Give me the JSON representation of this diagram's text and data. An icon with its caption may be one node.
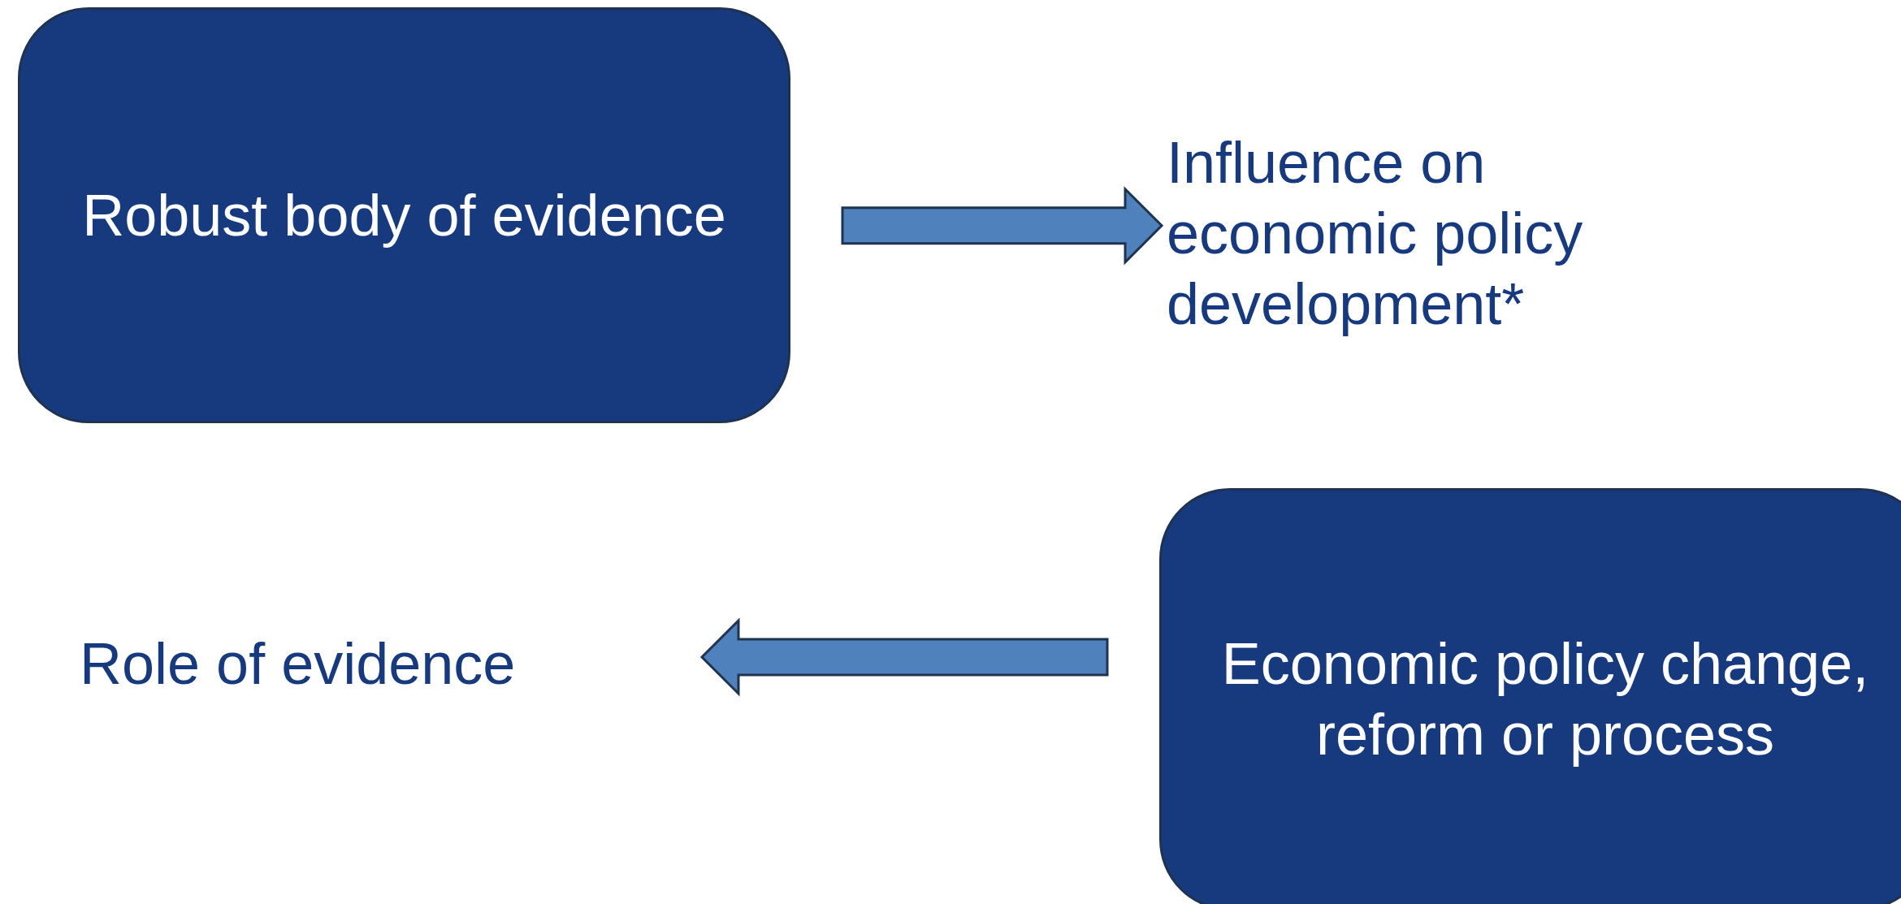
{
  "diagram": {
    "nodes": [
      {
        "text": [
          "Robust body of evidence"
        ]
      },
      {
        "text": [
          "Influence on economic policy development*"
        ]
      },
      {
        "text": [
          "Economic policy change, reform or process"
        ]
      },
      {
        "text": [
          "Role of evidence"
        ]
      }
    ],
    "edges": [
      {
        "from": 0,
        "to": 1,
        "arrow": "to"
      },
      {
        "from": 2,
        "to": 3,
        "arrow": "to"
      }
    ]
  }
}
